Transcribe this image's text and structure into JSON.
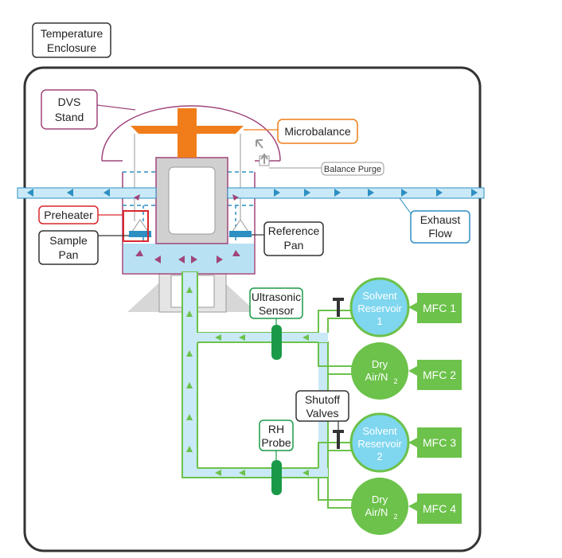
{
  "labels": {
    "temperature_enclosure": [
      "Temperature",
      "Enclosure"
    ],
    "dvs_stand": [
      "DVS",
      "Stand"
    ],
    "microbalance": "Microbalance",
    "balance_purge": "Balance Purge",
    "exhaust_flow": [
      "Exhaust",
      "Flow"
    ],
    "preheater": "Preheater",
    "sample_pan": [
      "Sample",
      "Pan"
    ],
    "reference_pan": [
      "Reference",
      "Pan"
    ],
    "ultrasonic_sensor": [
      "Ultrasonic",
      "Sensor"
    ],
    "rh_probe": [
      "RH",
      "Probe"
    ],
    "shutoff_valves": [
      "Shutoff",
      "Valves"
    ],
    "solvent_reservoir_1": [
      "Solvent",
      "Reservoir",
      "1"
    ],
    "solvent_reservoir_2": [
      "Solvent",
      "Reservoir",
      "2"
    ],
    "dry_air_a": [
      "Dry",
      "Air/N",
      "2"
    ],
    "dry_air_b": [
      "Dry",
      "Air/N",
      "2"
    ],
    "mfc_1": "MFC 1",
    "mfc_2": "MFC 2",
    "mfc_3": "MFC 3",
    "mfc_4": "MFC 4"
  },
  "colors": {
    "enclosure": "#333333",
    "dvs_stand": "#a0457a",
    "microbalance": "#f07d1a",
    "flow_blue": "#2d8fc2",
    "flow_fill": "#c9e9f7",
    "green": "#6cc24a",
    "green_dark": "#1a9a48",
    "preheater": "#d9262c",
    "gray": "#cccccc"
  }
}
